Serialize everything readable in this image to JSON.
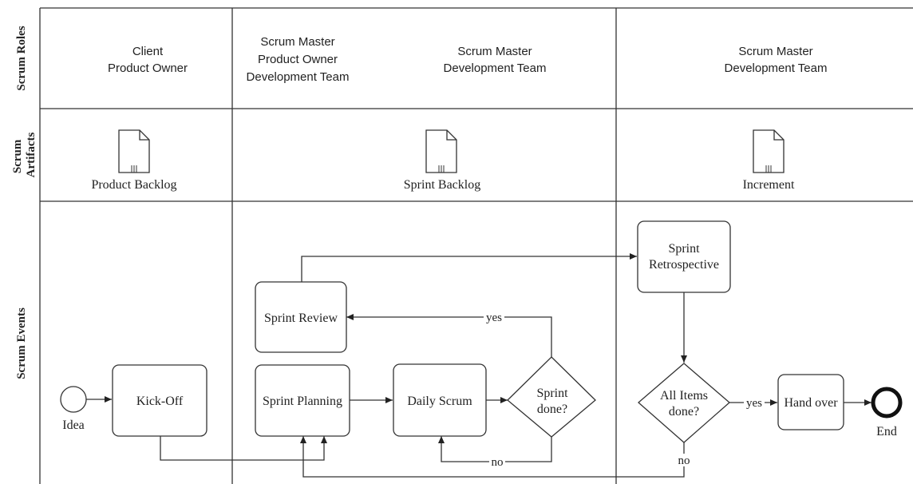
{
  "lanes": {
    "roles": "Scrum Roles",
    "artifacts_line1": "Scrum",
    "artifacts_line2": "Artifacts",
    "events": "Scrum Events"
  },
  "roles": {
    "col1": [
      "Client",
      "Product Owner"
    ],
    "col2a": [
      "Scrum Master",
      "Product Owner",
      "Development Team"
    ],
    "col2b": [
      "Scrum Master",
      "Development Team"
    ],
    "col3": [
      "Scrum Master",
      "Development Team"
    ]
  },
  "artifacts": {
    "product_backlog": "Product Backlog",
    "sprint_backlog": "Sprint Backlog",
    "increment": "Increment"
  },
  "events": {
    "idea": "Idea",
    "kickoff": "Kick-Off",
    "sprint_planning": "Sprint Planning",
    "daily_scrum": "Daily Scrum",
    "sprint_done_1": "Sprint",
    "sprint_done_2": "done?",
    "sprint_review": "Sprint Review",
    "retro_1": "Sprint",
    "retro_2": "Retrospective",
    "all_items_1": "All Items",
    "all_items_2": "done?",
    "hand_over": "Hand over",
    "end": "End",
    "yes_review": "yes",
    "no_daily": "no",
    "yes_hand": "yes",
    "no_items": "no"
  }
}
